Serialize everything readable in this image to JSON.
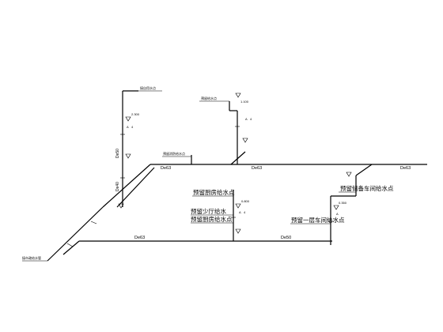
{
  "pipe_sizes": {
    "main_top_1": "De63",
    "main_top_2": "De63",
    "main_top_3": "De63",
    "main_bottom_1": "De63",
    "main_bottom_2": "De50",
    "riser_left_upper": "De50",
    "riser_left_lower": "De40"
  },
  "callouts": {
    "top_left": "接自用水点",
    "top_middle": "预留给水点",
    "left_middle": "预留消防给水点",
    "bottom_left": "接市政给水管",
    "kitchen": "预留厨房给水点",
    "living_1": "预留少厅给水",
    "living_2": "预留厨房给水点",
    "auto_room": "预留储备车间给水点",
    "first_floor": "预留一层车间给水点"
  },
  "elevations": {
    "top_left": "2.300",
    "top_middle": "1.100",
    "kitchen": "0.800",
    "first_floor": "0.350"
  },
  "valve_labels": {
    "a1": "A",
    "a2": "A",
    "a3": "A",
    "a4": "A",
    "b1": "4",
    "b2": "4",
    "b3": "4"
  }
}
